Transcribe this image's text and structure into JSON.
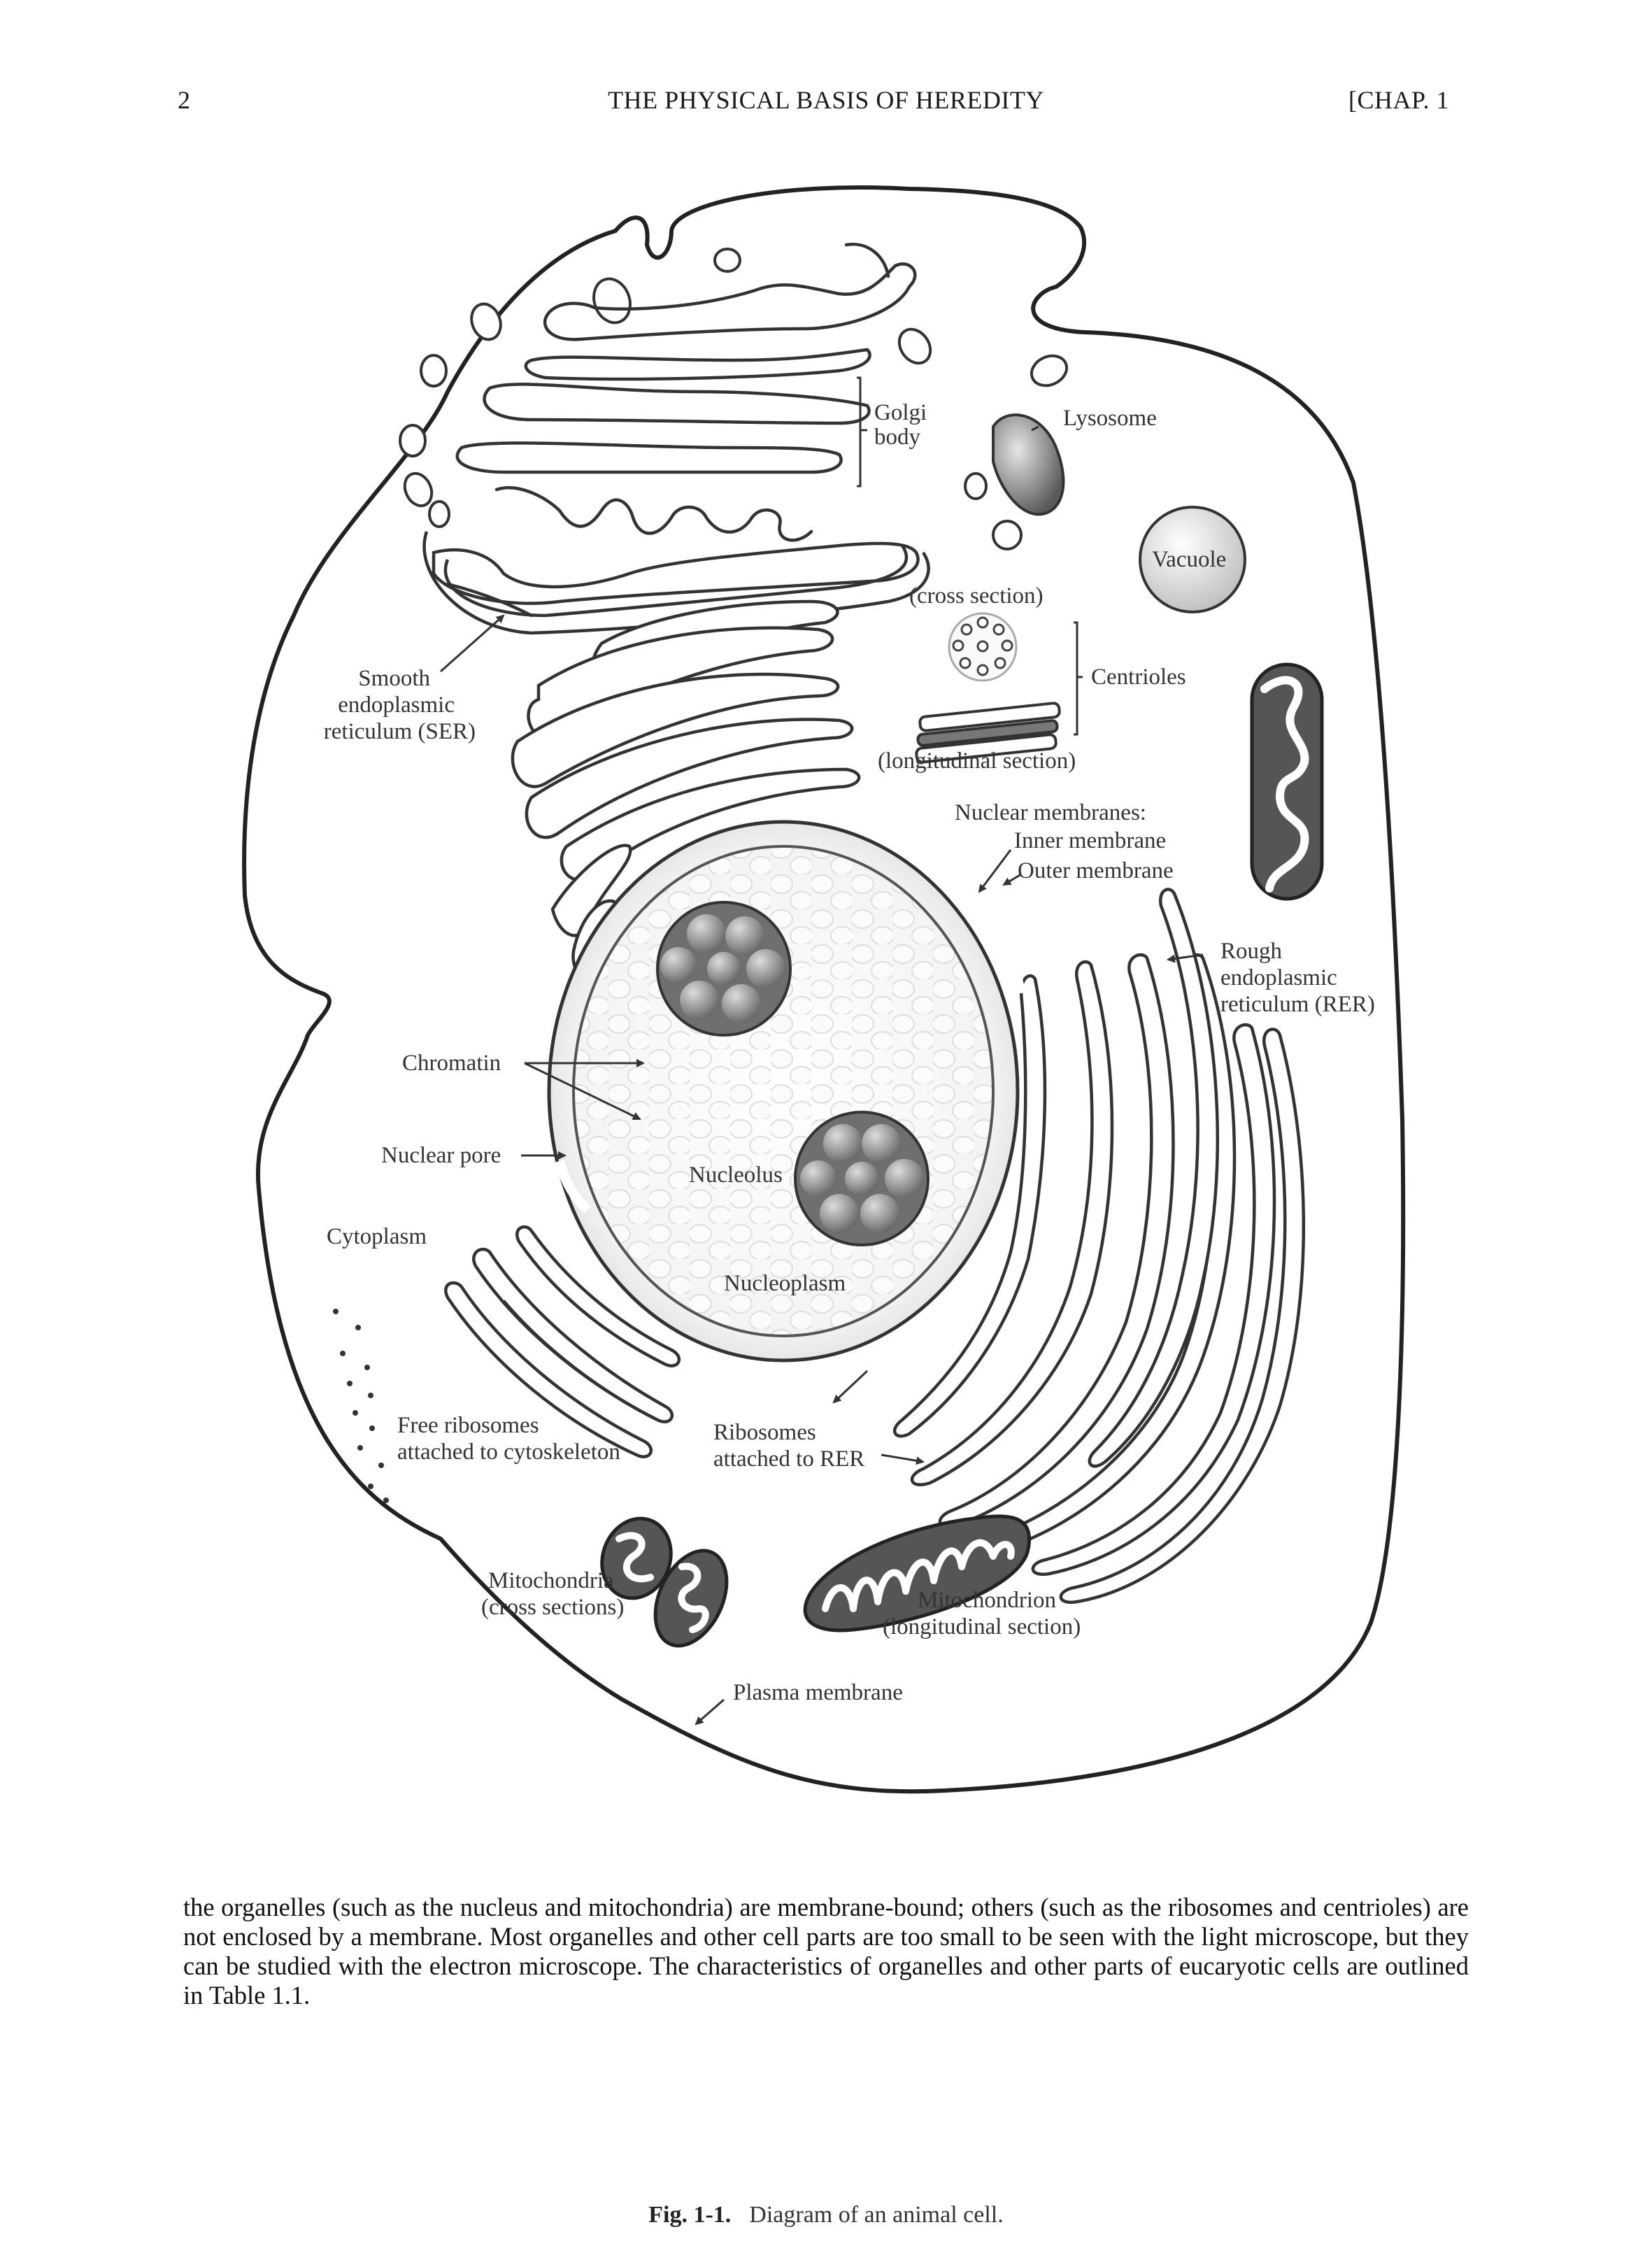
{
  "header": {
    "page_number": "2",
    "running_title": "THE PHYSICAL BASIS OF HEREDITY",
    "chapter": "[CHAP. 1"
  },
  "figure": {
    "labels": {
      "golgi_1": "Golgi",
      "golgi_2": "body",
      "lysosome": "Lysosome",
      "vacuole": "Vacuole",
      "cross_section": "(cross section)",
      "centrioles": "Centrioles",
      "longitudinal_section": "(longitudinal section)",
      "ser_1": "Smooth",
      "ser_2": "endoplasmic",
      "ser_3": "reticulum (SER)",
      "nuclear_membranes": "Nuclear membranes:",
      "inner_membrane": "Inner membrane",
      "outer_membrane": "Outer membrane",
      "rer_1": "Rough",
      "rer_2": "endoplasmic",
      "rer_3": "reticulum (RER)",
      "chromatin": "Chromatin",
      "nuclear_pore": "Nuclear pore",
      "nucleolus": "Nucleolus",
      "cytoplasm": "Cytoplasm",
      "nucleoplasm": "Nucleoplasm",
      "free_ribosomes_1": "Free ribosomes",
      "free_ribosomes_2": "attached to cytoskeleton",
      "ribosomes_rer_1": "Ribosomes",
      "ribosomes_rer_2": "attached to RER",
      "mito_cross_1": "Mitochondria",
      "mito_cross_2": "(cross sections)",
      "mito_long_1": "Mitochondrion",
      "mito_long_2": "(longitudinal section)",
      "plasma_membrane": "Plasma membrane"
    },
    "caption_number": "Fig. 1-1.",
    "caption_text": "Diagram of an animal cell."
  },
  "body_text": "the organelles (such as the nucleus and mitochondria) are membrane-bound; others (such as the ribosomes and centrioles) are not enclosed by a membrane. Most organelles and other cell parts are too small to be seen with the light microscope, but they can be studied with the electron microscope. The characteristics of organelles and other parts of eucaryotic cells are outlined in Table 1.1."
}
